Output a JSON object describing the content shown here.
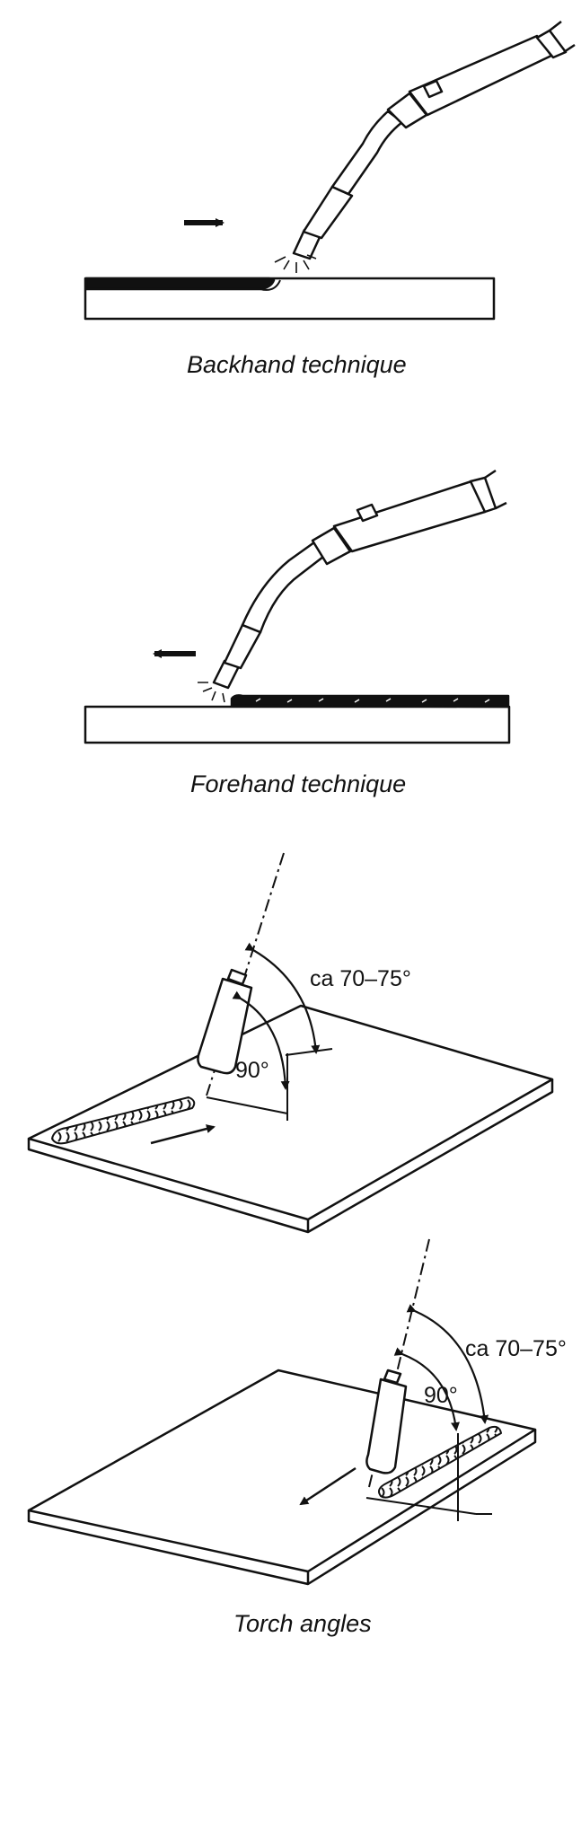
{
  "figures": {
    "backhand": {
      "caption": "Backhand technique"
    },
    "forehand": {
      "caption": "Forehand technique"
    },
    "torch_angles": {
      "caption": "Torch angles",
      "top": {
        "tilt_label": "ca 70–75°",
        "perp_label": "90°"
      },
      "bottom": {
        "tilt_label": "ca 70–75°",
        "perp_label": "90°"
      }
    }
  },
  "colors": {
    "ink": "#111111",
    "paper": "#ffffff"
  }
}
